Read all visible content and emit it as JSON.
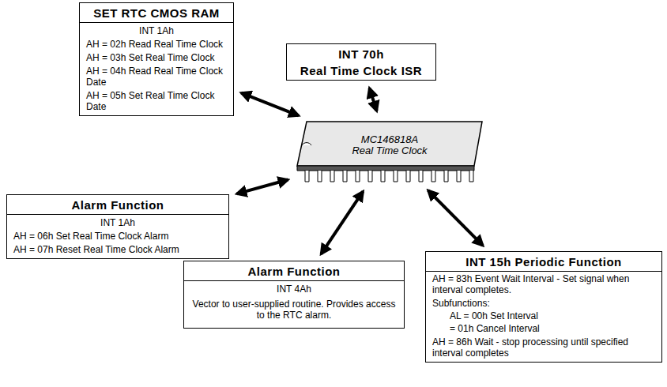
{
  "diagram": {
    "nodes": [
      {
        "text": [
          "SET RTC CMOS RAM",
          "INT 1Ah",
          "AH = 02h Read Real Time Clock",
          "AH = 03h Set Real Time Clock",
          "AH = 04h Read Real Time Clock Date",
          "AH = 05h Set Real Time Clock Date"
        ]
      },
      {
        "text": [
          "INT 70h",
          "Real Time Clock ISR"
        ]
      },
      {
        "text": [
          "MC146818A",
          "Real Time Clock"
        ]
      },
      {
        "text": [
          "Alarm Function",
          "INT 1Ah",
          "AH = 06h Set Real Time Clock Alarm",
          "AH = 07h Reset Real Time Clock Alarm"
        ]
      },
      {
        "text": [
          "Alarm Function",
          "INT 4Ah",
          "Vector to user-supplied routine. Provides access to the RTC alarm."
        ]
      },
      {
        "text": [
          "INT 15h Periodic Function",
          "AH = 83h Event Wait Interval - Set signal when interval completes.",
          "Subfunctions:",
          "AL = 00h Set Interval",
          "= 01h Cancel Interval",
          "AH = 86h Wait - stop processing until specified interval completes"
        ]
      }
    ],
    "edges": [
      {
        "from": 0,
        "to": 2,
        "arrow": "both"
      },
      {
        "from": 1,
        "to": 2,
        "arrow": "both"
      },
      {
        "from": 3,
        "to": 2,
        "arrow": "both"
      },
      {
        "from": 4,
        "to": 2,
        "arrow": "both"
      },
      {
        "from": 5,
        "to": 2,
        "arrow": "both"
      }
    ]
  }
}
